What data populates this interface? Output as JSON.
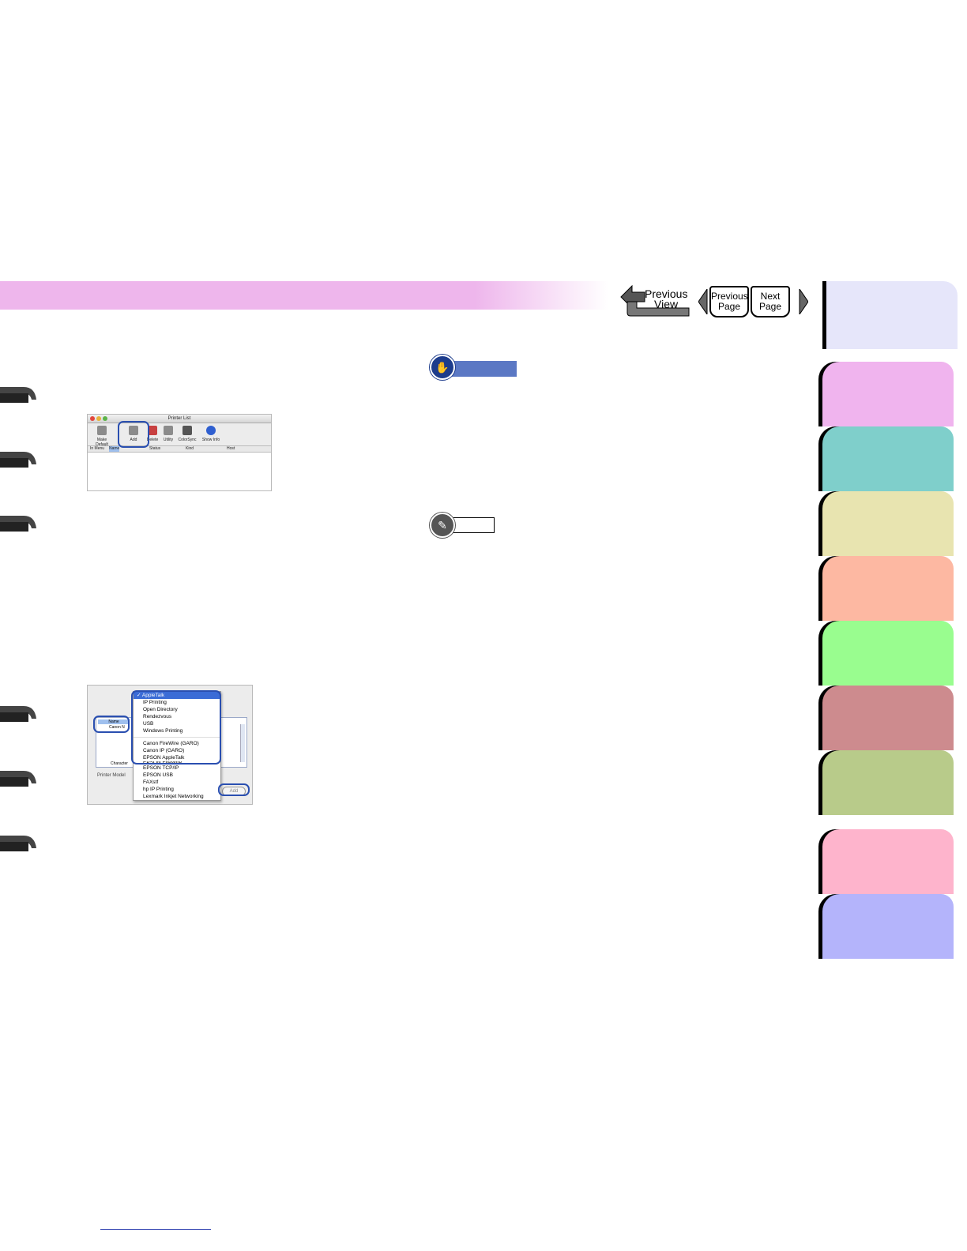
{
  "nav": {
    "previous_view_line1": "Previous",
    "previous_view_line2": "View",
    "previous_page_line1": "Previous",
    "previous_page_line2": "Page",
    "next_page_line1": "Next",
    "next_page_line2": "Page"
  },
  "printer_list": {
    "title": "Printer List",
    "tools": [
      "Make Default",
      "Add",
      "Delete",
      "Utility",
      "ColorSync",
      "Show Info"
    ],
    "columns": [
      "In Menu",
      "Name",
      "Status",
      "Kind",
      "Host"
    ]
  },
  "add_dialog": {
    "name_label": "Name",
    "name_value": "Canon N",
    "character_label": "Character",
    "printer_model_label": "Printer Model",
    "add_button": "Add",
    "menu_checked": "✓ AppleTalk",
    "menu_items_top": [
      "IP Printing",
      "Open Directory",
      "Rendezvous",
      "USB",
      "Windows Printing"
    ],
    "menu_items_mid": [
      "Canon FireWire (GARO)",
      "Canon IP (GARO)",
      "EPSON AppleTalk"
    ],
    "menu_items_bottom": [
      "EPSON FireWire",
      "EPSON TCP/IP",
      "EPSON USB",
      "FAXstf",
      "hp IP Printing",
      "Lexmark Inkjet Networking"
    ]
  },
  "colors": {
    "header_band": "#eeb6ec",
    "highlight": "#2a4fb0",
    "tabs": [
      "#e6e6fa",
      "#f0b4ee",
      "#7fcfcb",
      "#e8e4b0",
      "#fdb8a2",
      "#99fd8f",
      "#cd8b8e",
      "#b8cb8a",
      "#feb4cc",
      "#b4b4fb"
    ]
  }
}
